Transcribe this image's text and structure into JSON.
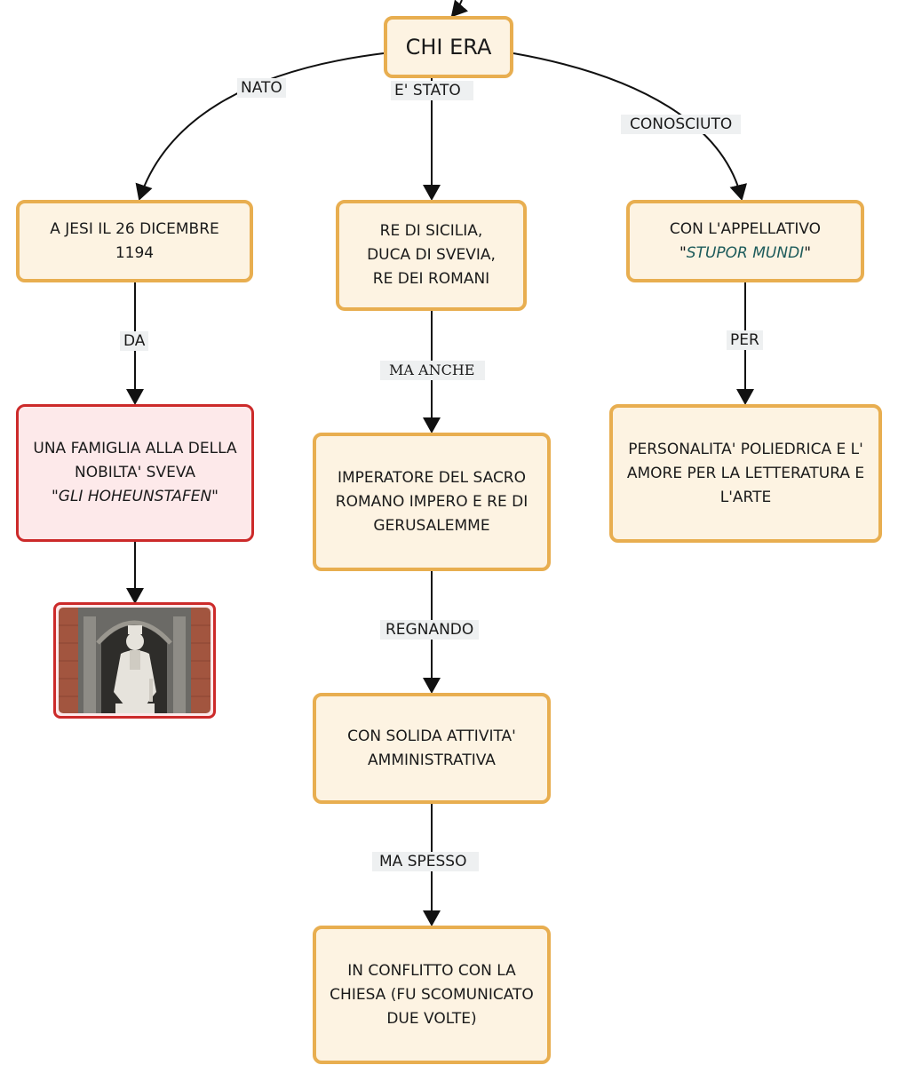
{
  "root": {
    "title": "CHI ERA"
  },
  "edge_labels": {
    "nato": "NATO",
    "e_stato": "E' STATO",
    "conosciuto": "CONOSCIUTO",
    "da": "DA",
    "ma_anche": "MA ANCHE",
    "per": "PER",
    "regnando": "REGNANDO",
    "ma_spesso": "MA SPESSO"
  },
  "nodes": {
    "birth": {
      "lines": [
        "A JESI IL 26 DICEMBRE",
        "1194"
      ]
    },
    "titles": {
      "lines": [
        "RE DI SICILIA,",
        "DUCA DI SVEVIA,",
        "RE DEI ROMANI"
      ]
    },
    "appellation": {
      "line1": "CON L'APPELLATIVO",
      "quote_open": "\"",
      "name": "STUPOR MUNDI",
      "quote_close": "\""
    },
    "family": {
      "lines": [
        "UNA FAMIGLIA ALLA DELLA",
        "NOBILTA' SVEVA"
      ],
      "name": "\"GLI HOHEUNSTAFEN\""
    },
    "emperor": {
      "lines": [
        "IMPERATORE DEL SACRO",
        "ROMANO IMPERO E RE DI",
        "GERUSALEMME"
      ]
    },
    "personality": {
      "lines": [
        "PERSONALITA' POLIEDRICA E L'",
        "AMORE PER LA LETTERATURA E",
        "L'ARTE"
      ]
    },
    "administration": {
      "lines": [
        "CON SOLIDA ATTIVITA'",
        "AMMINISTRATIVA"
      ]
    },
    "conflict": {
      "lines": [
        "IN CONFLITTO CON LA",
        "CHIESA (FU SCOMUNICATO",
        "DUE VOLTE)"
      ]
    }
  },
  "colors": {
    "node_border": "#e8ae50",
    "node_fill": "#fdf3e2",
    "red_border": "#cc2a2a",
    "red_fill": "#fde9ea",
    "accent_text": "#1d5b5b"
  }
}
